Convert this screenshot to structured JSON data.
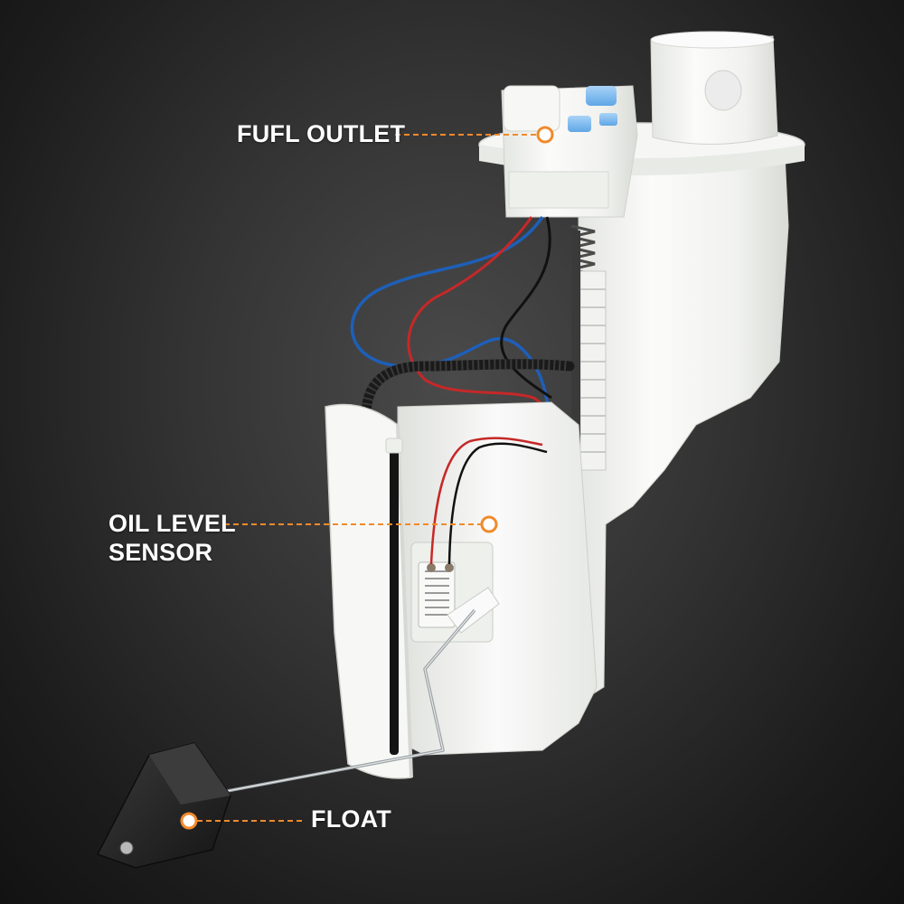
{
  "callouts": [
    {
      "id": "fuel-outlet",
      "label": "FUFL OUTLET"
    },
    {
      "id": "oil-level-sensor",
      "label": "OIL LEVEL\nSENSOR"
    },
    {
      "id": "float",
      "label": "FLOAT"
    }
  ],
  "colors": {
    "accent": "#f08a2c",
    "label_text": "#ffffff",
    "background_center": "#4a4a4a",
    "background_edge": "#121212",
    "housing": "#f4f5f3",
    "float": "#2a2a2a",
    "wire_red": "#c62828",
    "wire_blue": "#1e5fb8",
    "wire_black": "#111111"
  }
}
